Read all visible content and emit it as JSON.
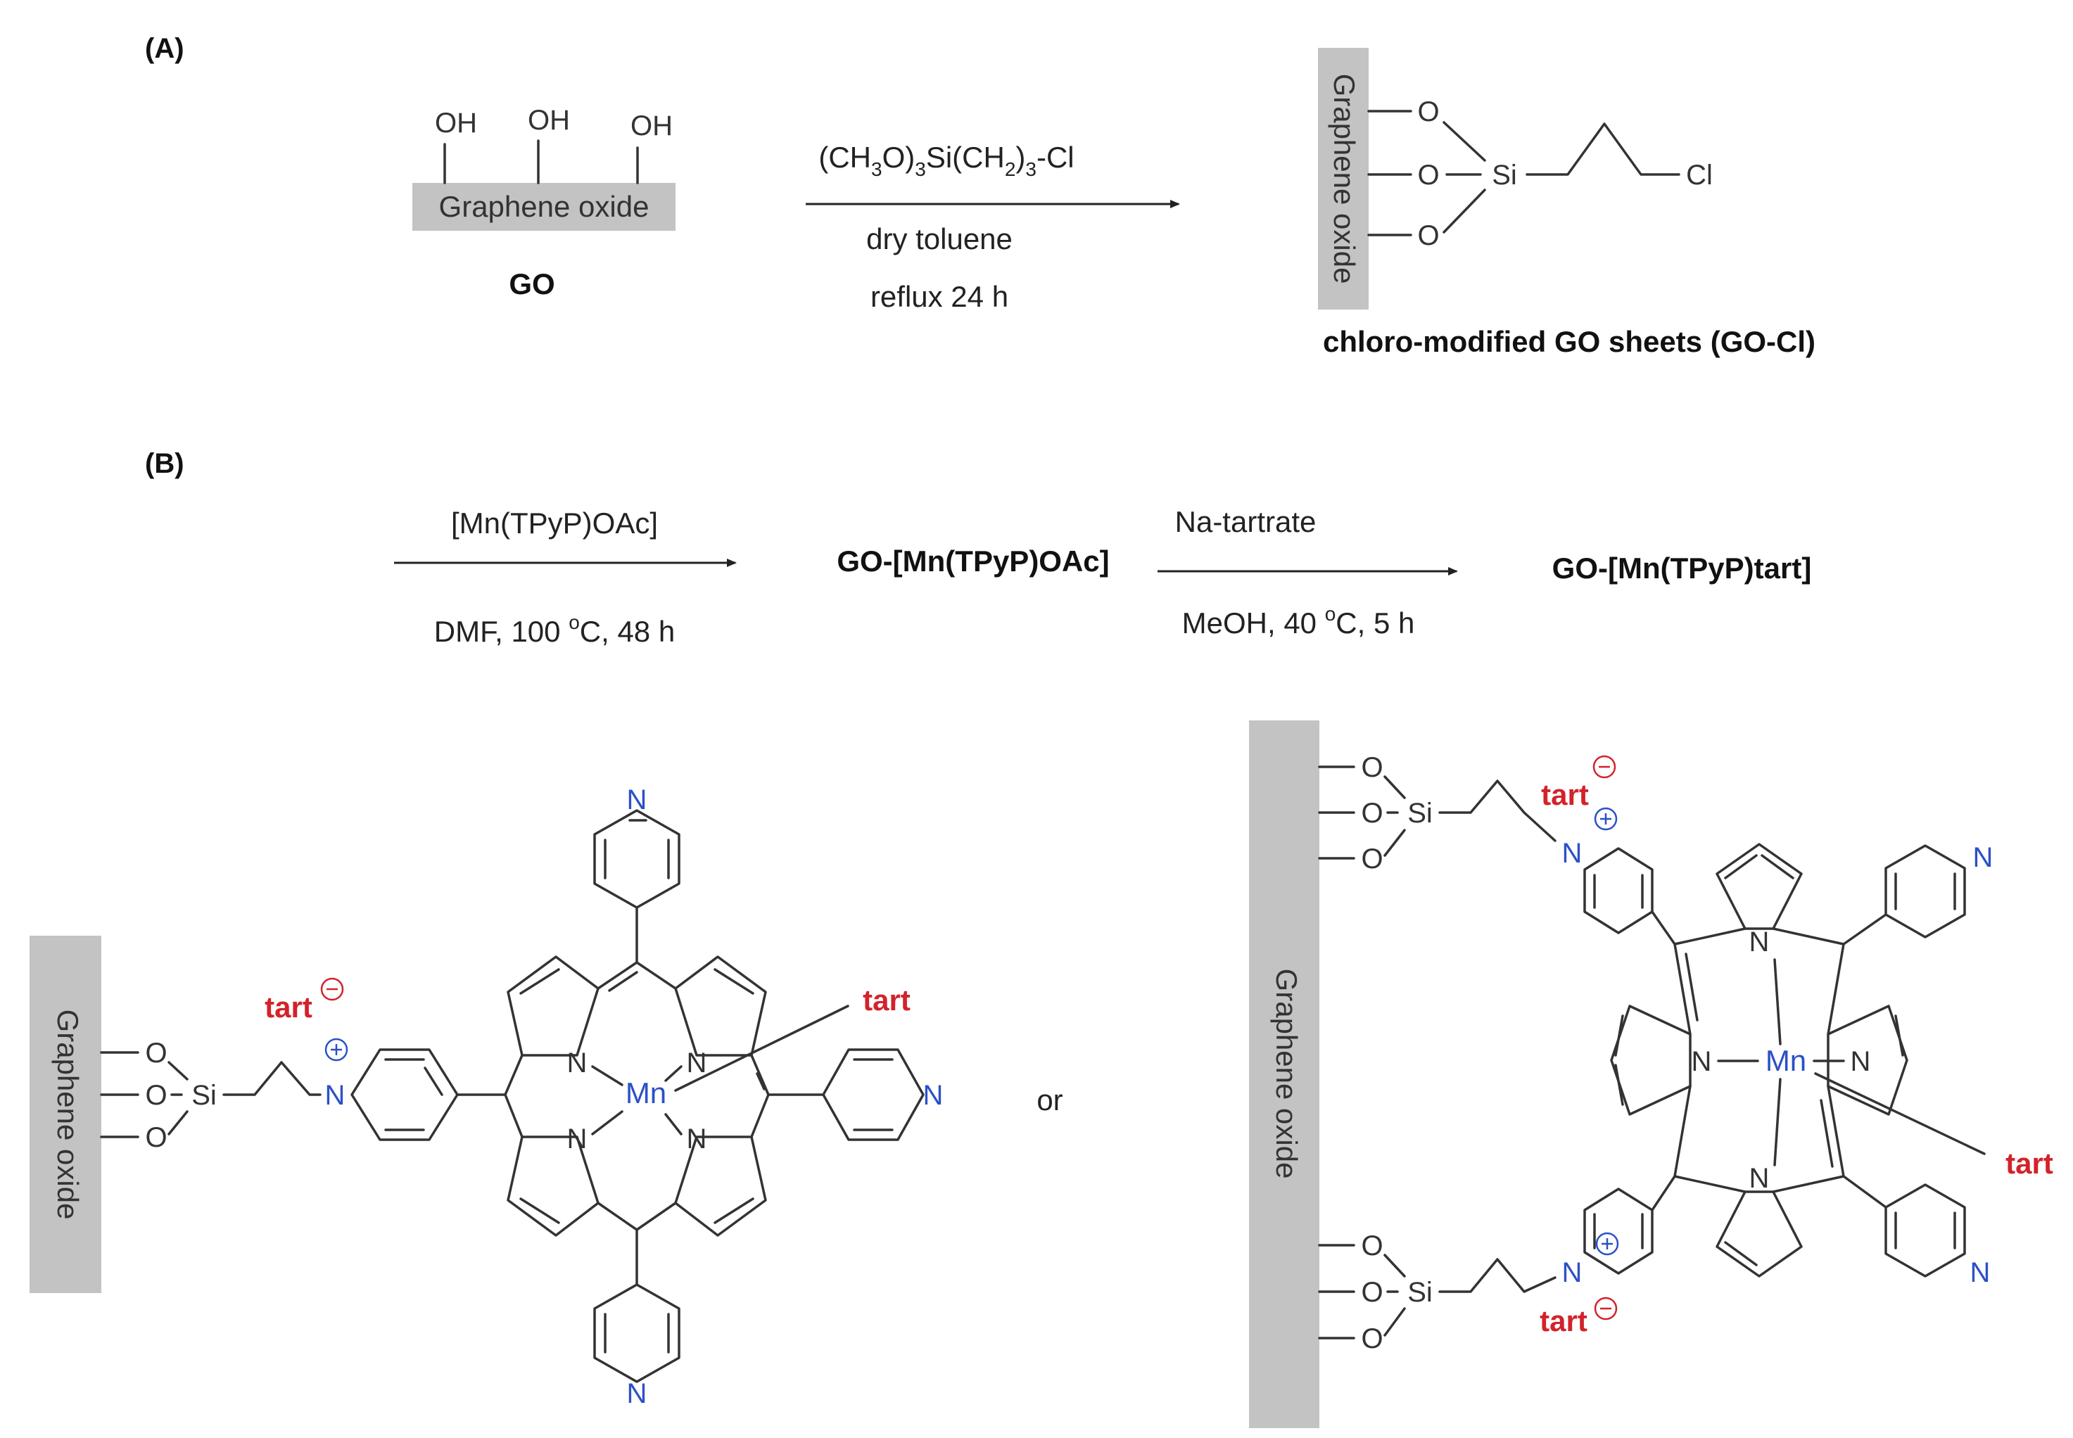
{
  "panel_a": {
    "label": "(A)",
    "hydroxyl": "OH",
    "sheet_label": "Graphene oxide",
    "compound_label": "GO",
    "reagent_main": "(CH",
    "reagent_parts": [
      "(CH",
      "3",
      "O)",
      "3",
      "Si(CH",
      "2",
      ")",
      "3",
      "-Cl"
    ],
    "condition_1": "dry toluene",
    "condition_2": "reflux 24 h",
    "product_label": "chloro-modified GO sheets (GO-Cl)",
    "atoms": {
      "oxygen": "O",
      "silicon": "Si",
      "chlorine": "Cl"
    }
  },
  "panel_b": {
    "label": "(B)",
    "reagent_1": "[Mn(TPyP)OAc]",
    "condition_1": "DMF, 100 ",
    "condition_1_sup": "o",
    "condition_1_tail": "C, 48 h",
    "intermediate": "GO-[Mn(TPyP)OAc]",
    "reagent_2": "Na-tartrate",
    "condition_2": "MeOH, 40 ",
    "condition_2_sup": "o",
    "condition_2_tail": "C, 5 h",
    "product": "GO-[Mn(TPyP)tart]",
    "or_text": "or",
    "sheet_label": "Graphene oxide",
    "atoms": {
      "nitrogen": "N",
      "metal": "Mn",
      "oxygen": "O",
      "silicon": "Si"
    },
    "counter_ion": "tart",
    "axial_ligand": "tart"
  },
  "colors": {
    "plate": "#c3c3c3",
    "nitrogen": "#2b50c8",
    "tartrate": "#d2232a",
    "bond": "#333333"
  }
}
